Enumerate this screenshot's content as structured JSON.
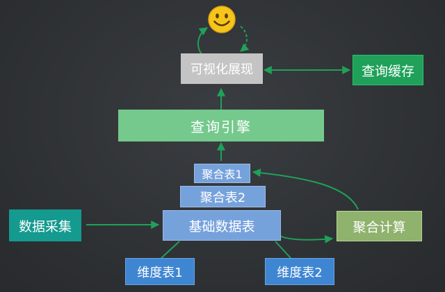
{
  "nodes": {
    "visual": "可视化展现",
    "cache": "查询缓存",
    "engine": "查询引擎",
    "agg1": "聚合表1",
    "agg2": "聚合表2",
    "collect": "数据采集",
    "base": "基础数据表",
    "compute": "聚合计算",
    "dim1": "维度表1",
    "dim2": "维度表2"
  },
  "icons": {
    "smiley": "smiley-face-icon"
  },
  "colors": {
    "background": "#2d3033",
    "arrow": "#1fa15a",
    "gray_box": "#c4c4c4",
    "dark_green_box": "#1fa15a",
    "light_green_box": "#75c98c",
    "light_blue_box": "#76a2dc",
    "blue_box": "#3f86d2",
    "teal_box": "#149a8f",
    "olive_box": "#8fb26d",
    "smiley": "#f5c51c"
  }
}
